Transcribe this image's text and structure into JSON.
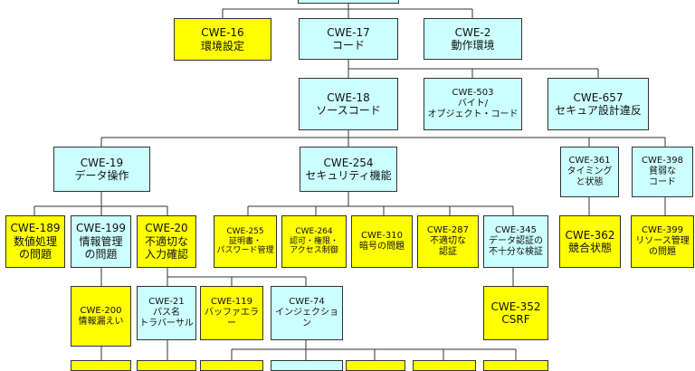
{
  "nodes": {
    "cwe16": "CWE-16\n環境設定",
    "cwe17": "CWE-17\nコード",
    "cwe2": "CWE-2\n動作環境",
    "cwe18": "CWE-18\nソースコード",
    "cwe503": "CWE-503\nバイト/\nオブジェクト・コード",
    "cwe657": "CWE-657\nセキュア設計違反",
    "cwe19": "CWE-19\nデータ操作",
    "cwe254": "CWE-254\nセキュリティ機能",
    "cwe361": "CWE-361\nタイミング\nと状態",
    "cwe398": "CWE-398\n貧弱な\nコード",
    "cwe189": "CWE-189\n数値処理\nの問題",
    "cwe199": "CWE-199\n情報管理\nの問題",
    "cwe20": "CWE-20\n不適切な\n入力確認",
    "cwe255": "CWE-255\n証明書・\nパスワード管理",
    "cwe264": "CWE-264\n認可・権限・\nアクセス制御",
    "cwe310": "CWE-310\n暗号の問題",
    "cwe287": "CWE-287\n不適切な\n認証",
    "cwe345": "CWE-345\nデータ認証の\n不十分な検証",
    "cwe362": "CWE-362\n競合状態",
    "cwe399": "CWE-399\nリソース管理\nの問題",
    "cwe200": "CWE-200\n情報漏えい",
    "cwe21": "CWE-21\nパス名\nトラバーサル",
    "cwe119": "CWE-119\nバッファエラー",
    "cwe74": "CWE-74\nインジェクション",
    "cwe352": "CWE-352\nCSRF"
  },
  "colors": {
    "leaf": "#ffff00",
    "category": "#ccffff",
    "line": "#333333"
  }
}
